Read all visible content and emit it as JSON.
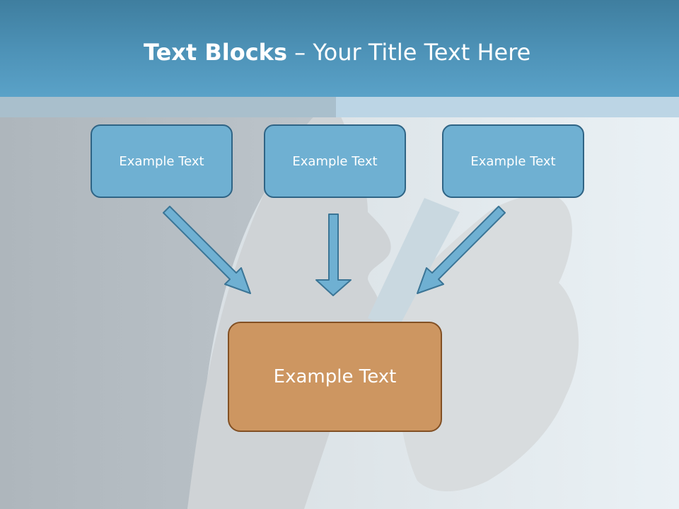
{
  "title": {
    "bold": "Text Blocks",
    "dash": " – ",
    "rest": "Your Title Text Here"
  },
  "boxes": {
    "left": "Example Text",
    "middle": "Example Text",
    "right": "Example Text",
    "bottom": "Example Text"
  },
  "colors": {
    "title_bar": "#4e93b8",
    "small_box_fill": "#6fb0d2",
    "small_box_border": "#2f6485",
    "big_box_fill": "#cd9661",
    "big_box_border": "#825024",
    "arrow_fill": "#6fb0d2",
    "arrow_stroke": "#3b7596"
  }
}
